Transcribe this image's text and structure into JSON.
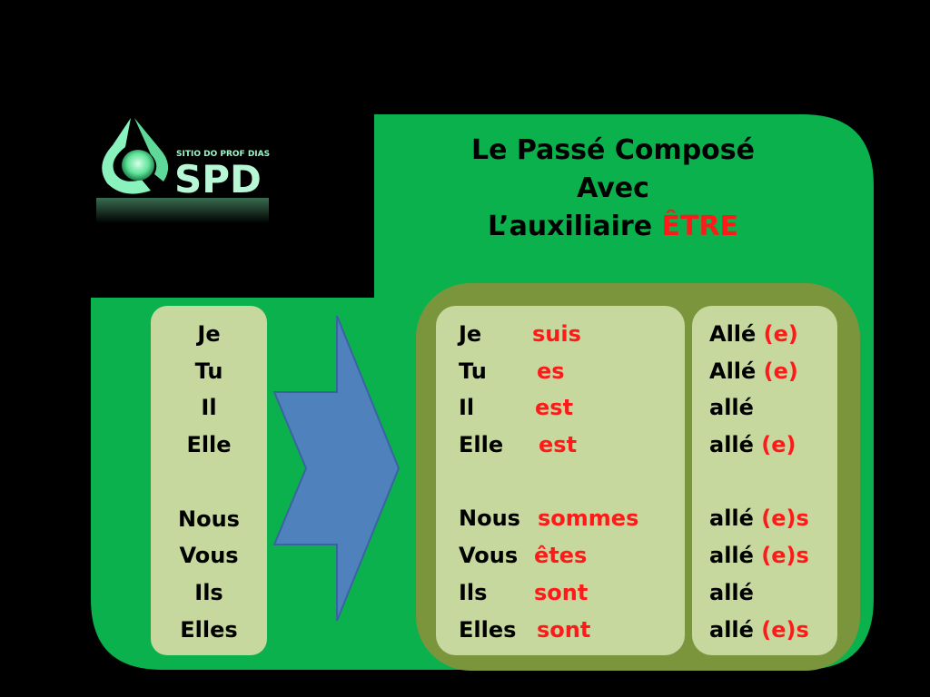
{
  "logo": {
    "small_text": "SITIO DO PROF DIAS",
    "big_text": "SPD"
  },
  "title": {
    "line1": "Le Passé Composé",
    "line2": "Avec",
    "line3_prefix": "L’auxiliaire ",
    "line3_highlight": "ÊTRE"
  },
  "pronouns": [
    "Je",
    "Tu",
    "Il",
    "Elle",
    "Nous",
    "Vous",
    "Ils",
    "Elles"
  ],
  "conjugation": [
    {
      "pronoun": "Je",
      "verb": "suis"
    },
    {
      "pronoun": "Tu",
      "verb": "es"
    },
    {
      "pronoun": "Il",
      "verb": "est"
    },
    {
      "pronoun": "Elle",
      "verb": "est"
    },
    {
      "pronoun": "Nous",
      "verb": "sommes"
    },
    {
      "pronoun": "Vous",
      "verb": "êtes"
    },
    {
      "pronoun": "Ils",
      "verb": "sont"
    },
    {
      "pronoun": "Elles",
      "verb": "sont"
    }
  ],
  "participles": [
    {
      "base": "Allé",
      "ending": "(e)"
    },
    {
      "base": "Allé",
      "ending": "(e)"
    },
    {
      "base": "allé",
      "ending": ""
    },
    {
      "base": "allé",
      "ending": "(e)"
    },
    {
      "base": "allé",
      "ending": "(e)s"
    },
    {
      "base": "allé",
      "ending": "(e)s"
    },
    {
      "base": "allé",
      "ending": ""
    },
    {
      "base": "allé",
      "ending": "(e)s"
    }
  ],
  "colors": {
    "green": "#0bb14d",
    "olive": "#7b953d",
    "light_box": "#c6d89e",
    "arrow": "#4f81bd",
    "highlight": "#ff1a1a"
  }
}
